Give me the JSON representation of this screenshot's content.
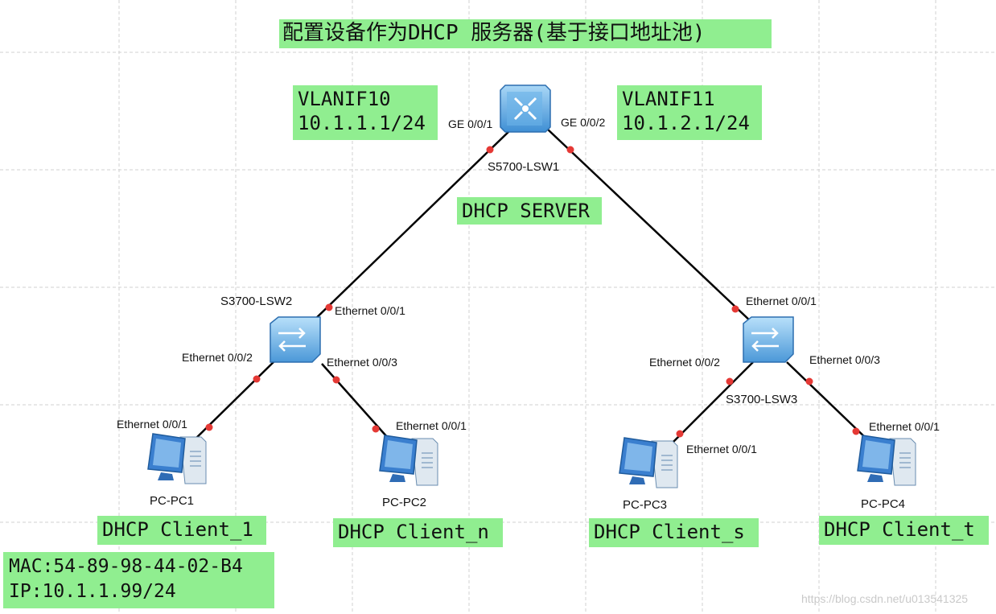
{
  "title": "配置设备作为DHCP 服务器(基于接口地址池)",
  "server": {
    "name": "S5700-LSW1",
    "role": "DHCP SERVER",
    "port_left": "GE 0/0/1",
    "port_right": "GE 0/0/2",
    "vlanif_left": [
      "VLANIF10",
      "10.1.1.1/24"
    ],
    "vlanif_right": [
      "VLANIF11",
      "10.1.2.1/24"
    ]
  },
  "switches": [
    {
      "name": "S3700-LSW2",
      "uplink": "Ethernet 0/0/1",
      "down_left": "Ethernet 0/0/2",
      "down_right": "Ethernet 0/0/3"
    },
    {
      "name": "S3700-LSW3",
      "uplink": "Ethernet 0/0/1",
      "down_left": "Ethernet 0/0/2",
      "down_right": "Ethernet 0/0/3"
    }
  ],
  "pcs": [
    {
      "name": "PC-PC1",
      "port": "Ethernet 0/0/1",
      "role": "DHCP Client_1"
    },
    {
      "name": "PC-PC2",
      "port": "Ethernet 0/0/1",
      "role": "DHCP Client_n"
    },
    {
      "name": "PC-PC3",
      "port": "Ethernet 0/0/1",
      "role": "DHCP Client_s"
    },
    {
      "name": "PC-PC4",
      "port": "Ethernet 0/0/1",
      "role": "DHCP Client_t"
    }
  ],
  "client_info": [
    "MAC:54-89-98-44-02-B4",
    "IP:10.1.1.99/24"
  ],
  "watermark": "https://blog.csdn.net/u013541325",
  "colors": {
    "label_bg": "#90ee90",
    "link": "#000000",
    "port_dot": "#e53935",
    "grid": "#d0d0d0",
    "switch_blue": "#5aa7e0",
    "pc_blue": "#3a7fcf"
  }
}
